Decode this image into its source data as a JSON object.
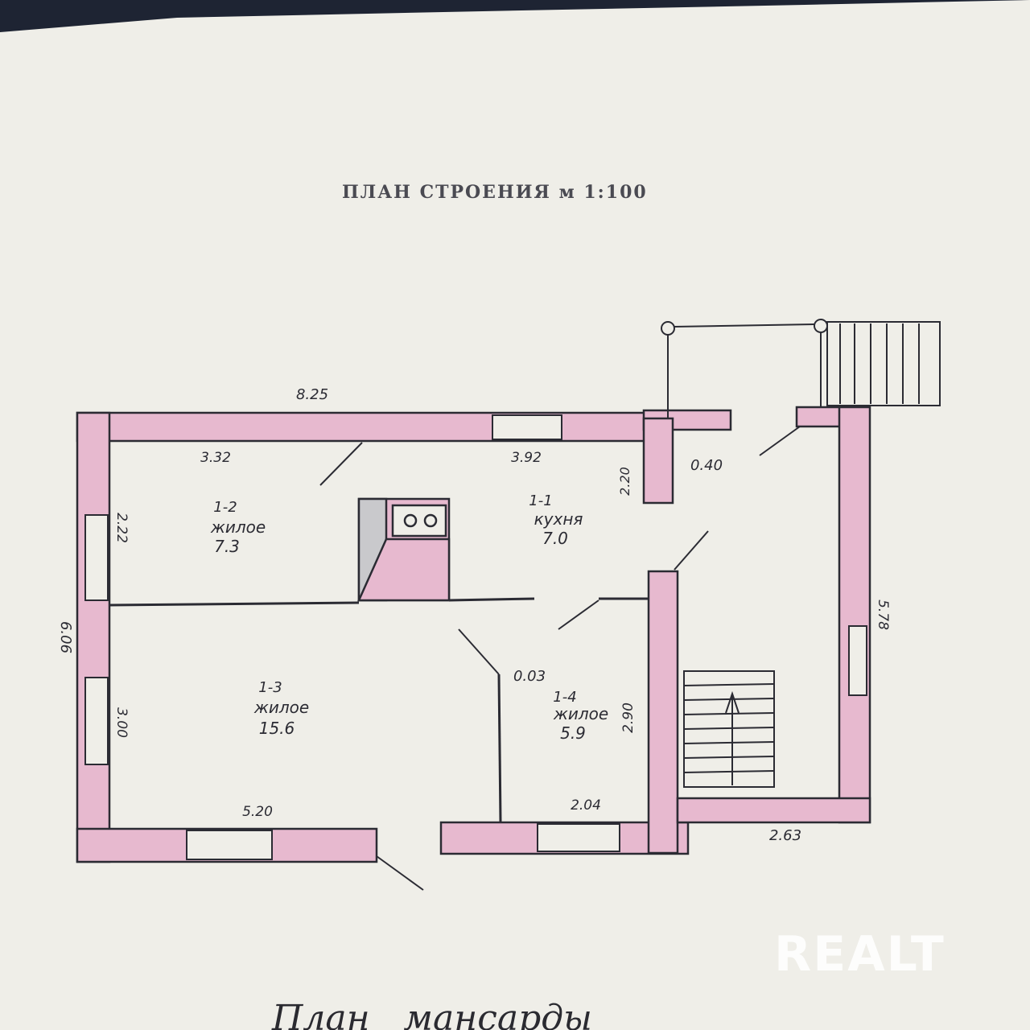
{
  "title": "ПЛАН СТРОЕНИЯ м 1:100",
  "bottom_caption": "План   мансарды",
  "watermark": "REALT",
  "colors": {
    "paper": "#efeee8",
    "wall_fill": "#e7b9cf",
    "ink": "#2b2b33",
    "background": "#1e2433"
  },
  "rooms": [
    {
      "code": "1-1",
      "type": "кухня",
      "area": "7.0"
    },
    {
      "code": "1-2",
      "type": "жилое",
      "area": "7.3"
    },
    {
      "code": "1-3",
      "type": "жилое",
      "area": "15.6"
    },
    {
      "code": "1-4",
      "type": "жилое",
      "area": "5.9"
    }
  ],
  "dimensions": {
    "overall_width": "8.25",
    "overall_height": "6.06",
    "room_1_2_width": "3.32",
    "room_1_1_width": "3.92",
    "room_1_2_height": "2.22",
    "room_1_3_height": "3.00",
    "room_1_3_width": "5.20",
    "room_1_4_width": "2.04",
    "room_1_4_height": "2.90",
    "kitchen_wall": "2.20",
    "corridor_right": "0.40",
    "partition": "0.03",
    "veranda_width": "2.63",
    "veranda_height": "5.78"
  }
}
